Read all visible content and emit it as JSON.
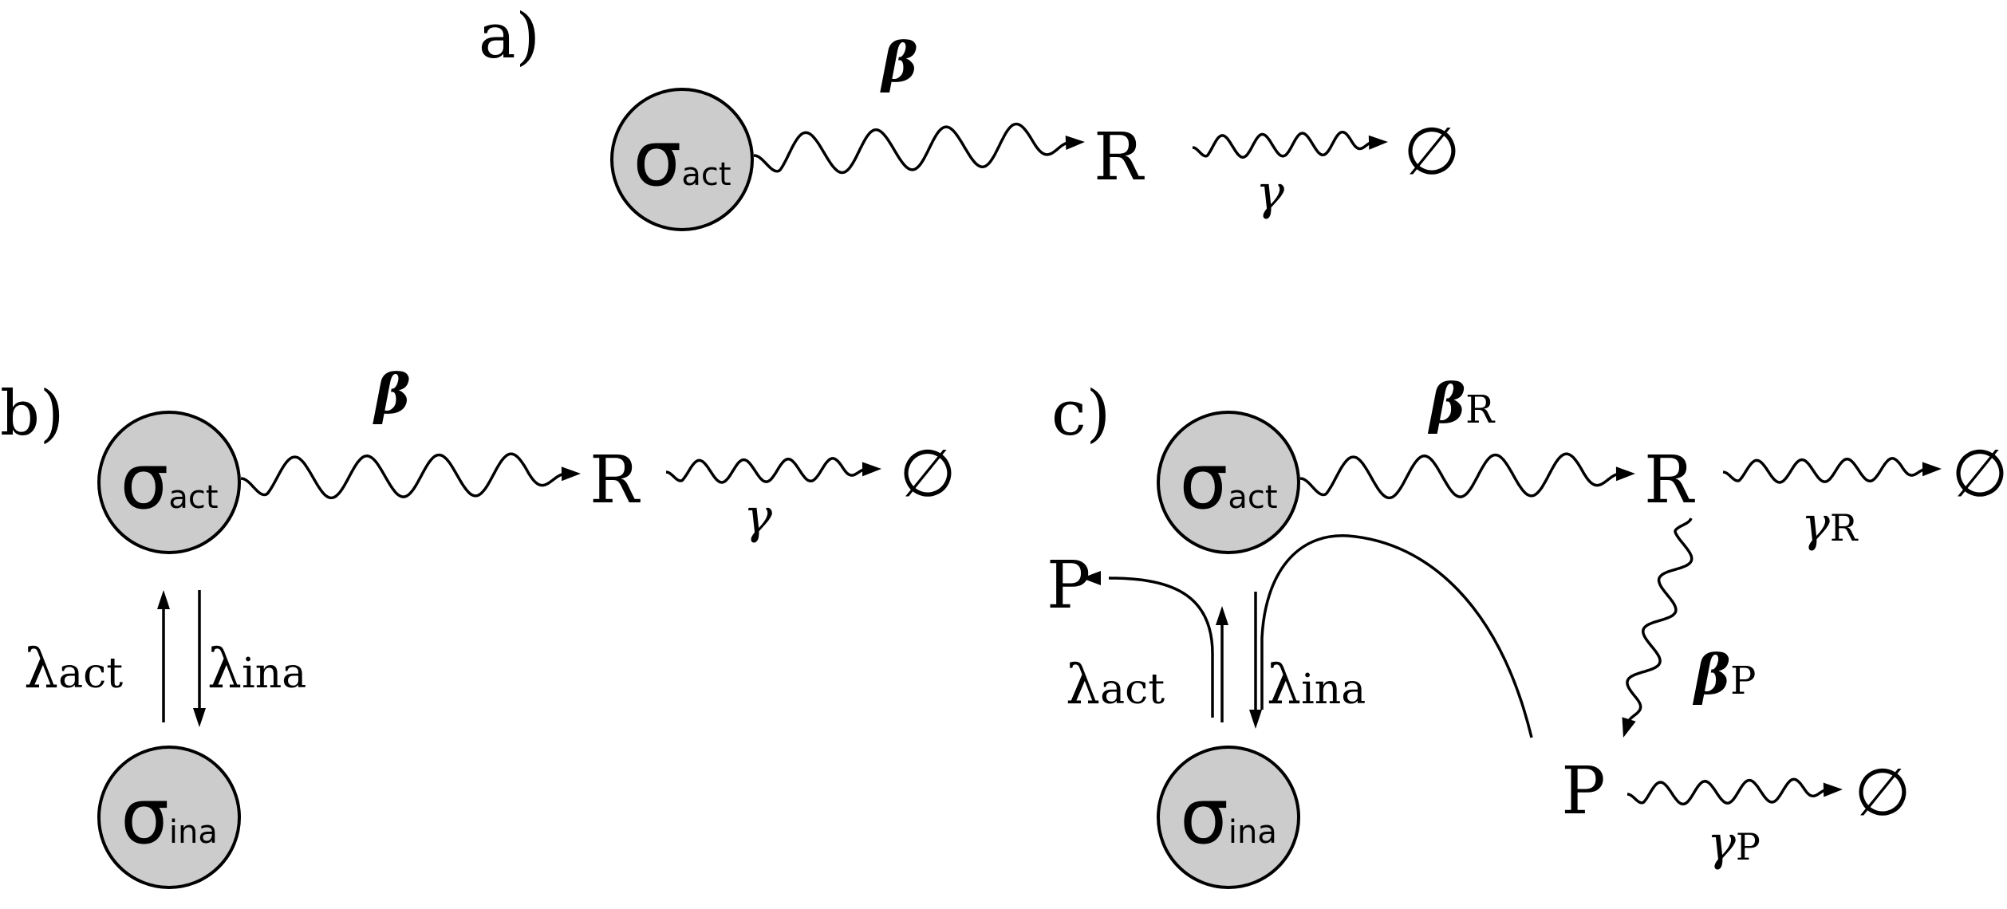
{
  "panels": {
    "a": {
      "label": "a)",
      "state_active": {
        "symbol": "σ",
        "sub": "act"
      },
      "beta": "β",
      "R": "R",
      "gamma": "γ",
      "empty": "∅"
    },
    "b": {
      "label": "b)",
      "state_active": {
        "symbol": "σ",
        "sub": "act"
      },
      "state_inactive": {
        "symbol": "σ",
        "sub": "ina"
      },
      "beta": "β",
      "R": "R",
      "gamma": "γ",
      "empty": "∅",
      "lambda_act": {
        "symbol": "λ",
        "sub": "act"
      },
      "lambda_ina": {
        "symbol": "λ",
        "sub": "ina"
      }
    },
    "c": {
      "label": "c)",
      "state_active": {
        "symbol": "σ",
        "sub": "act"
      },
      "state_inactive": {
        "symbol": "σ",
        "sub": "ina"
      },
      "beta_R": {
        "symbol": "β",
        "sub": "R"
      },
      "R": "R",
      "gamma_R": {
        "symbol": "γ",
        "sub": "R"
      },
      "empty_R": "∅",
      "beta_P": {
        "symbol": "β",
        "sub": "P"
      },
      "P": "P",
      "gamma_P": {
        "symbol": "γ",
        "sub": "P"
      },
      "empty_P": "∅",
      "P_output": "P",
      "lambda_act": {
        "symbol": "λ",
        "sub": "act"
      },
      "lambda_ina": {
        "symbol": "λ",
        "sub": "ina"
      }
    }
  },
  "colors": {
    "node_fill": "#cccccc",
    "stroke": "#000000",
    "background": "#ffffff"
  }
}
